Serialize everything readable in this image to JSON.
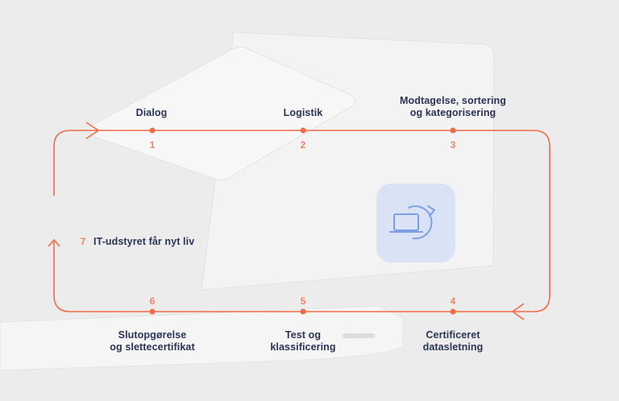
{
  "process": {
    "steps": [
      {
        "number": "1",
        "label": "Dialog"
      },
      {
        "number": "2",
        "label": "Logistik"
      },
      {
        "number": "3",
        "label": "Modtagelse, sortering\nog kategorisering"
      },
      {
        "number": "4",
        "label": "Certificeret\ndatasletning"
      },
      {
        "number": "5",
        "label": "Test og\nklassificering"
      },
      {
        "number": "6",
        "label": "Slutopgørelse\nog slettecertifikat"
      },
      {
        "number": "7",
        "label": "IT-udstyret får nyt liv"
      }
    ],
    "center_icon": "laptop-refresh-icon"
  },
  "colors": {
    "accent": "#f26b43",
    "text": "#2b3454",
    "icon_bg": "#d9e3f5",
    "icon_stroke": "#7c9ee6"
  }
}
